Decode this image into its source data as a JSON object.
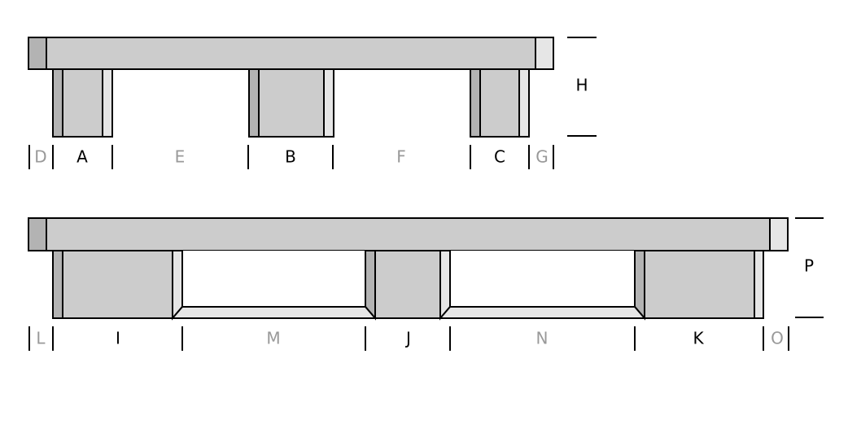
{
  "colors": {
    "main": "#cccccc",
    "dark": "#b3b3b3",
    "light": "#e6e6e6",
    "dim_label": "#999999"
  },
  "side_view": {
    "labels": {
      "D": "D",
      "A": "A",
      "E": "E",
      "B": "B",
      "F": "F",
      "C": "C",
      "G": "G",
      "H": "H"
    }
  },
  "end_view": {
    "labels": {
      "L": "L",
      "I": "I",
      "M": "M",
      "J": "J",
      "N": "N",
      "K": "K",
      "O": "O",
      "P": "P"
    }
  }
}
